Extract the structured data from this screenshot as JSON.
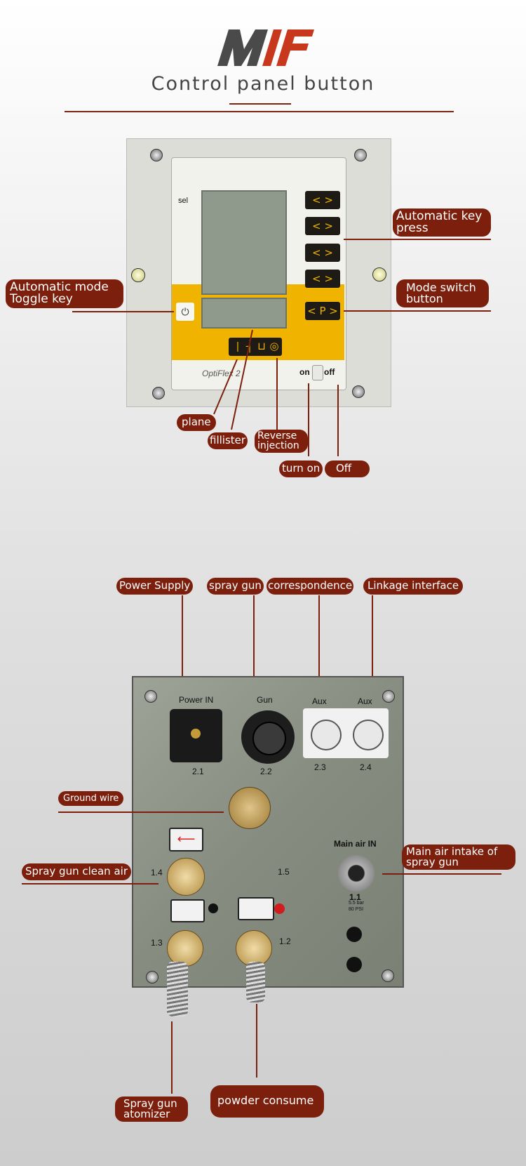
{
  "header": {
    "logo_text": "MIF",
    "title": "Control panel button"
  },
  "panel": {
    "sel": "sel",
    "brand": "OptiFlex 2",
    "on": "on",
    "off": "off",
    "key_arrows": "< >",
    "key_p": "< P >"
  },
  "labels": {
    "automatic_key_press": [
      "Automatic key",
      "press"
    ],
    "automatic_mode_toggle": [
      "Automatic mode",
      "Toggle key"
    ],
    "mode_switch": [
      "Mode switch",
      "button"
    ],
    "plane": "plane",
    "fillister": "fillister",
    "reverse_injection": [
      "Reverse",
      "injection"
    ],
    "turn_on": "turn on",
    "off": "Off",
    "power_supply": "Power Supply",
    "spray_gun": "spray gun",
    "correspondence": "correspondence",
    "linkage_interface": "Linkage interface",
    "ground_wire": "Ground wire",
    "spray_gun_clean_air": "Spray gun clean air",
    "main_air_intake": [
      "Main air intake of",
      "spray gun"
    ],
    "spray_gun_atomizer": [
      "Spray gun",
      "atomizer"
    ],
    "powder_consume": "powder consume"
  },
  "unit": {
    "power_in": "Power IN",
    "gun": "Gun",
    "aux1": "Aux",
    "aux2": "Aux",
    "n21": "2.1",
    "n22": "2.2",
    "n23": "2.3",
    "n24": "2.4",
    "n14": "1.4",
    "n15": "1.5",
    "n13": "1.3",
    "n12": "1.2",
    "n11": "1.1",
    "main_air_in": "Main air IN",
    "bar": "5.5 bar",
    "psi": "80 PSI"
  },
  "colors": {
    "label_bg": "#7c1f0d",
    "logo_dark": "#4a4a4a",
    "logo_red": "#c8381c",
    "panel_yellow": "#f0b400"
  }
}
